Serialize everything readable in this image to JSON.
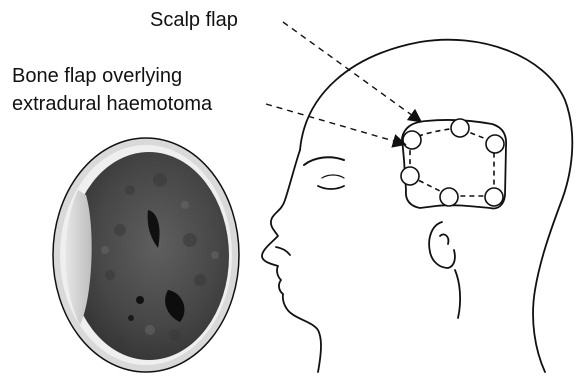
{
  "labels": {
    "scalp_flap": "Scalp flap",
    "bone_flap_line1": "Bone flap overlying",
    "bone_flap_line2": "extradural haemotoma"
  },
  "colors": {
    "ink": "#111111",
    "scan_dark": "#2a2a2a",
    "scan_mid": "#5a5a5a",
    "scan_light": "#d8d8d8",
    "background": "#ffffff"
  }
}
